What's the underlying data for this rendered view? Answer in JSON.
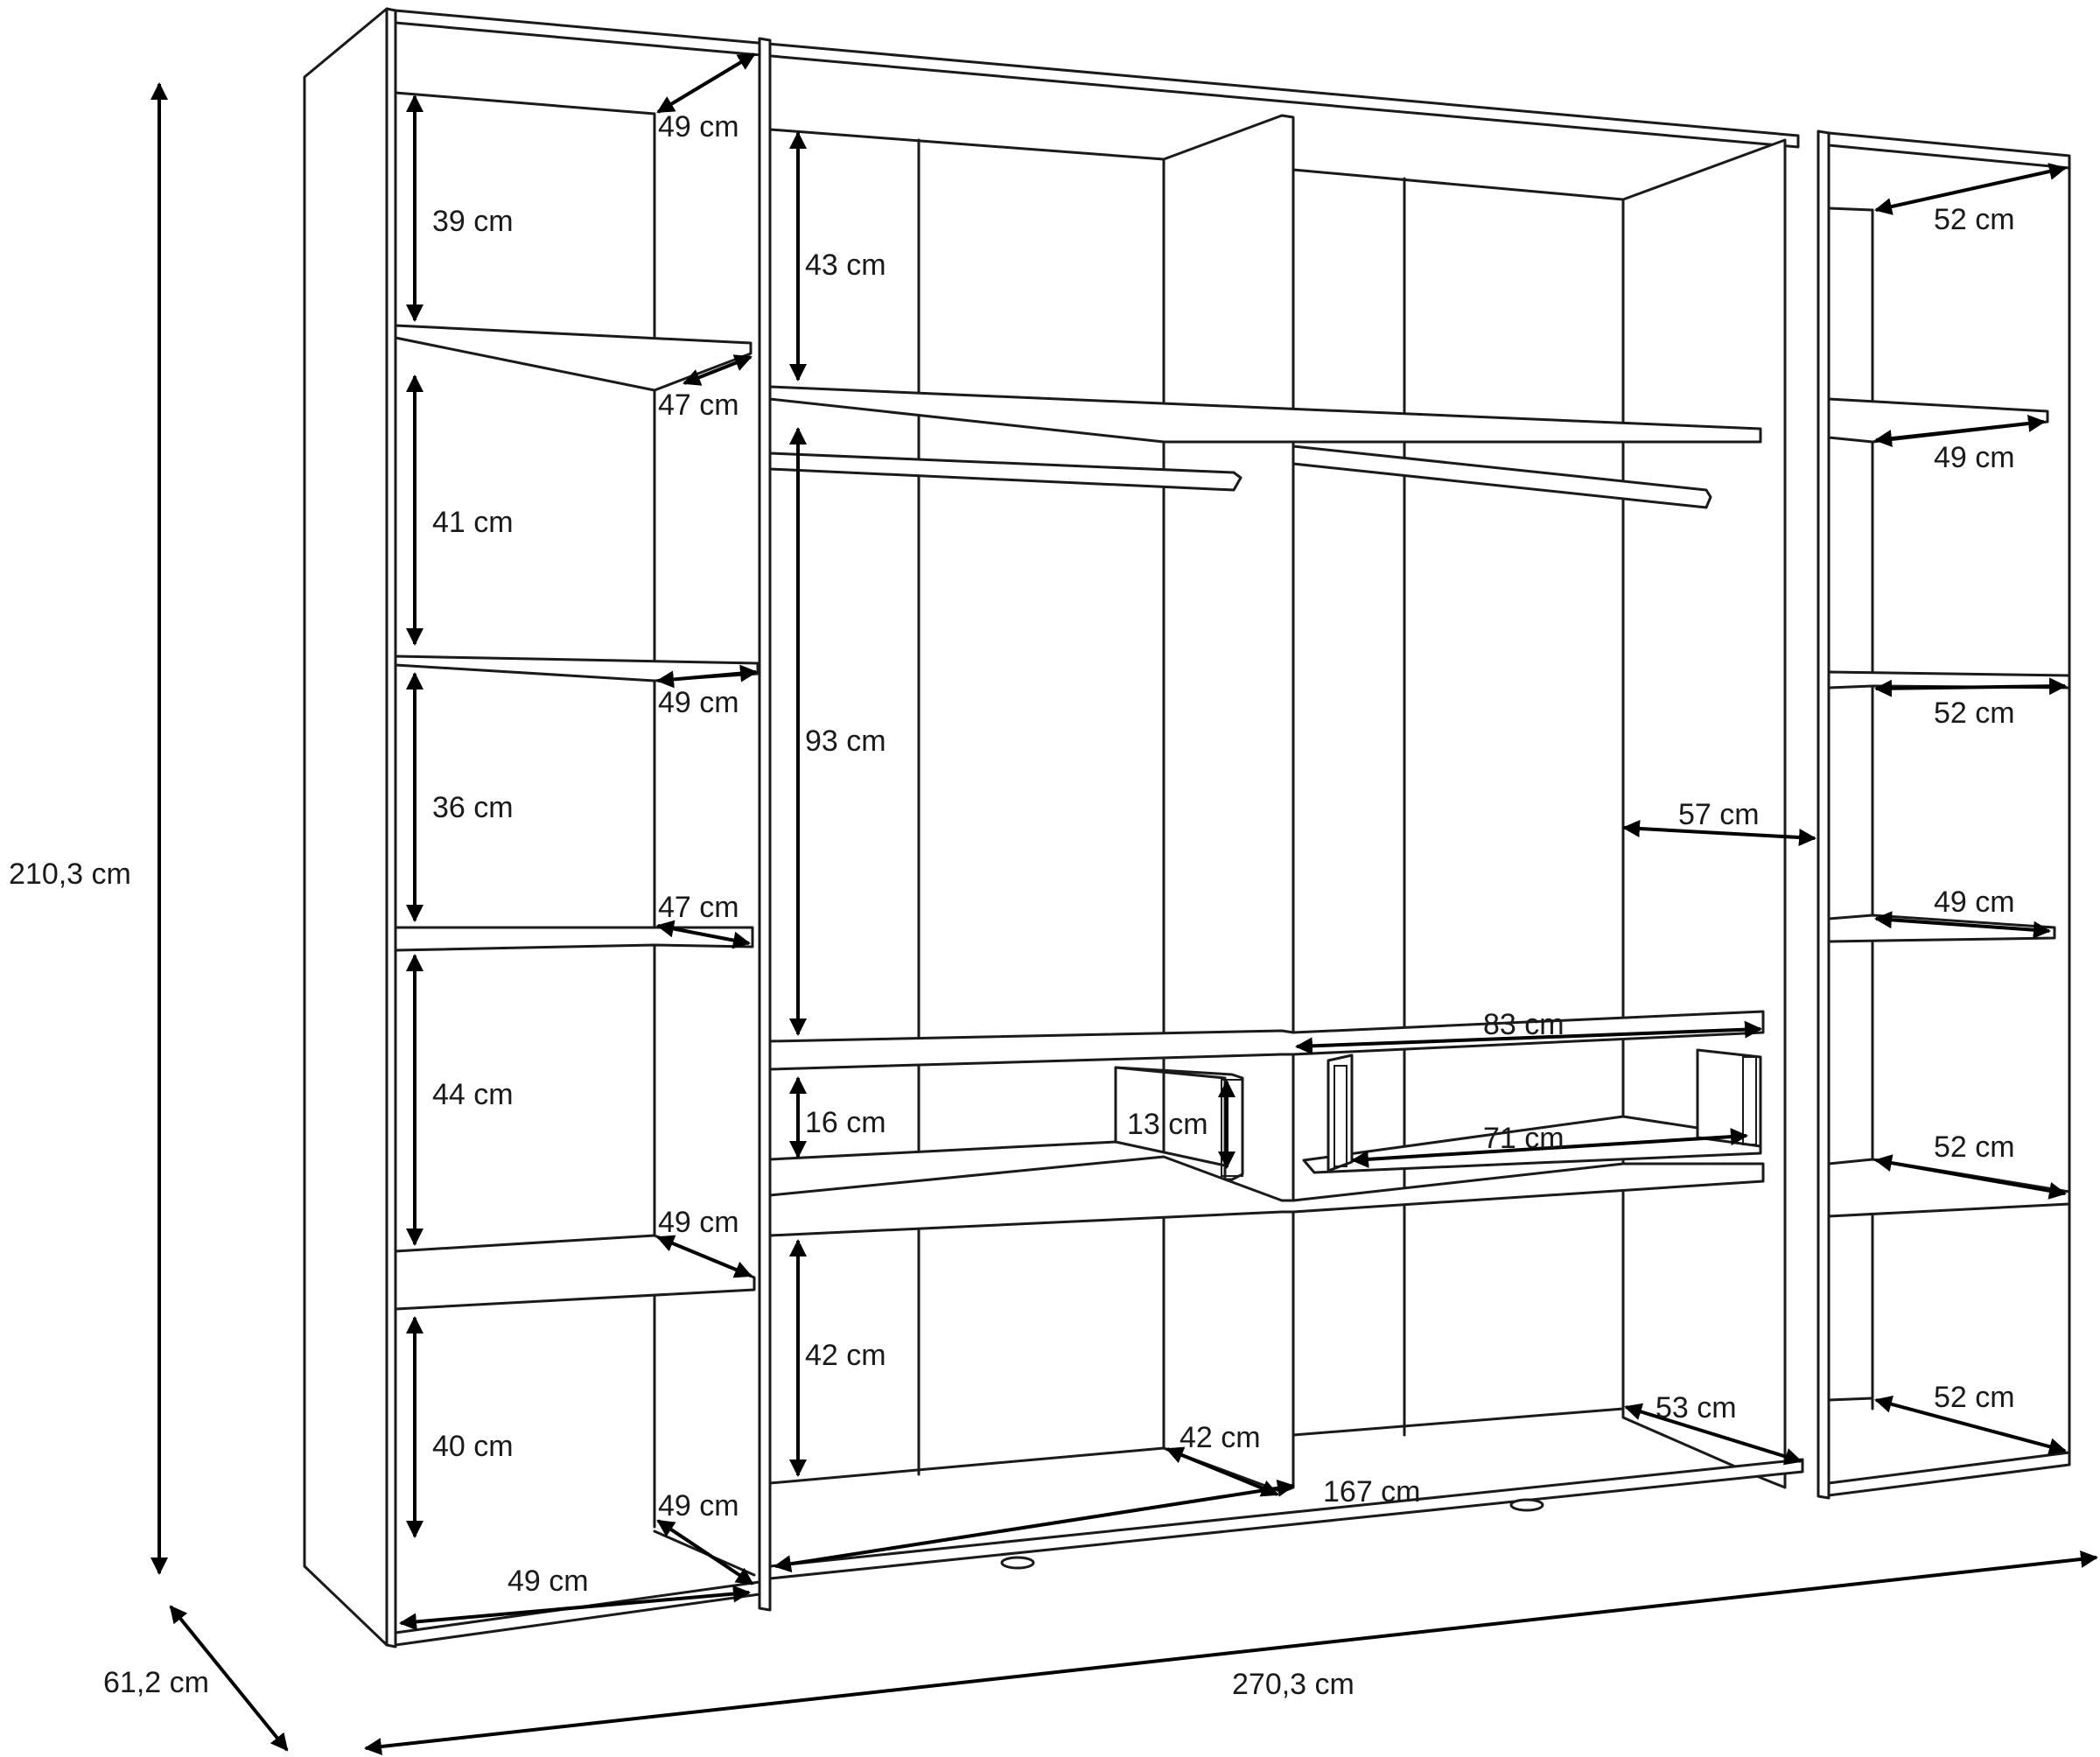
{
  "dimensions": {
    "overall_height": "210,3 cm",
    "overall_depth": "61,2 cm",
    "overall_width": "270,3 cm",
    "left_section": {
      "depth_top": "49 cm",
      "h1": "39 cm",
      "shelf1_depth": "47 cm",
      "h2": "41 cm",
      "shelf2_depth": "49 cm",
      "h3": "36 cm",
      "shelf3_depth": "47 cm",
      "h4": "44 cm",
      "shelf4_depth": "49 cm",
      "h5": "40 cm",
      "bottom_depth": "49 cm",
      "bottom_width": "49 cm"
    },
    "middle_section": {
      "top_compartment": "43 cm",
      "hanging_height": "93 cm",
      "drawer_opening": "16 cm",
      "drawer_height": "13 cm",
      "shelf_width": "83 cm",
      "drawer_width": "71 cm",
      "bottom_compartment": "42 cm",
      "bottom_depth": "42 cm",
      "bottom_width": "167 cm",
      "inner_depth": "57 cm",
      "base_depth": "53 cm"
    },
    "right_section": {
      "top_depth": "52 cm",
      "shelf1_depth": "49 cm",
      "shelf2_depth": "52 cm",
      "shelf3_depth": "49 cm",
      "shelf4_depth": "52 cm",
      "bottom_depth": "52 cm"
    }
  }
}
